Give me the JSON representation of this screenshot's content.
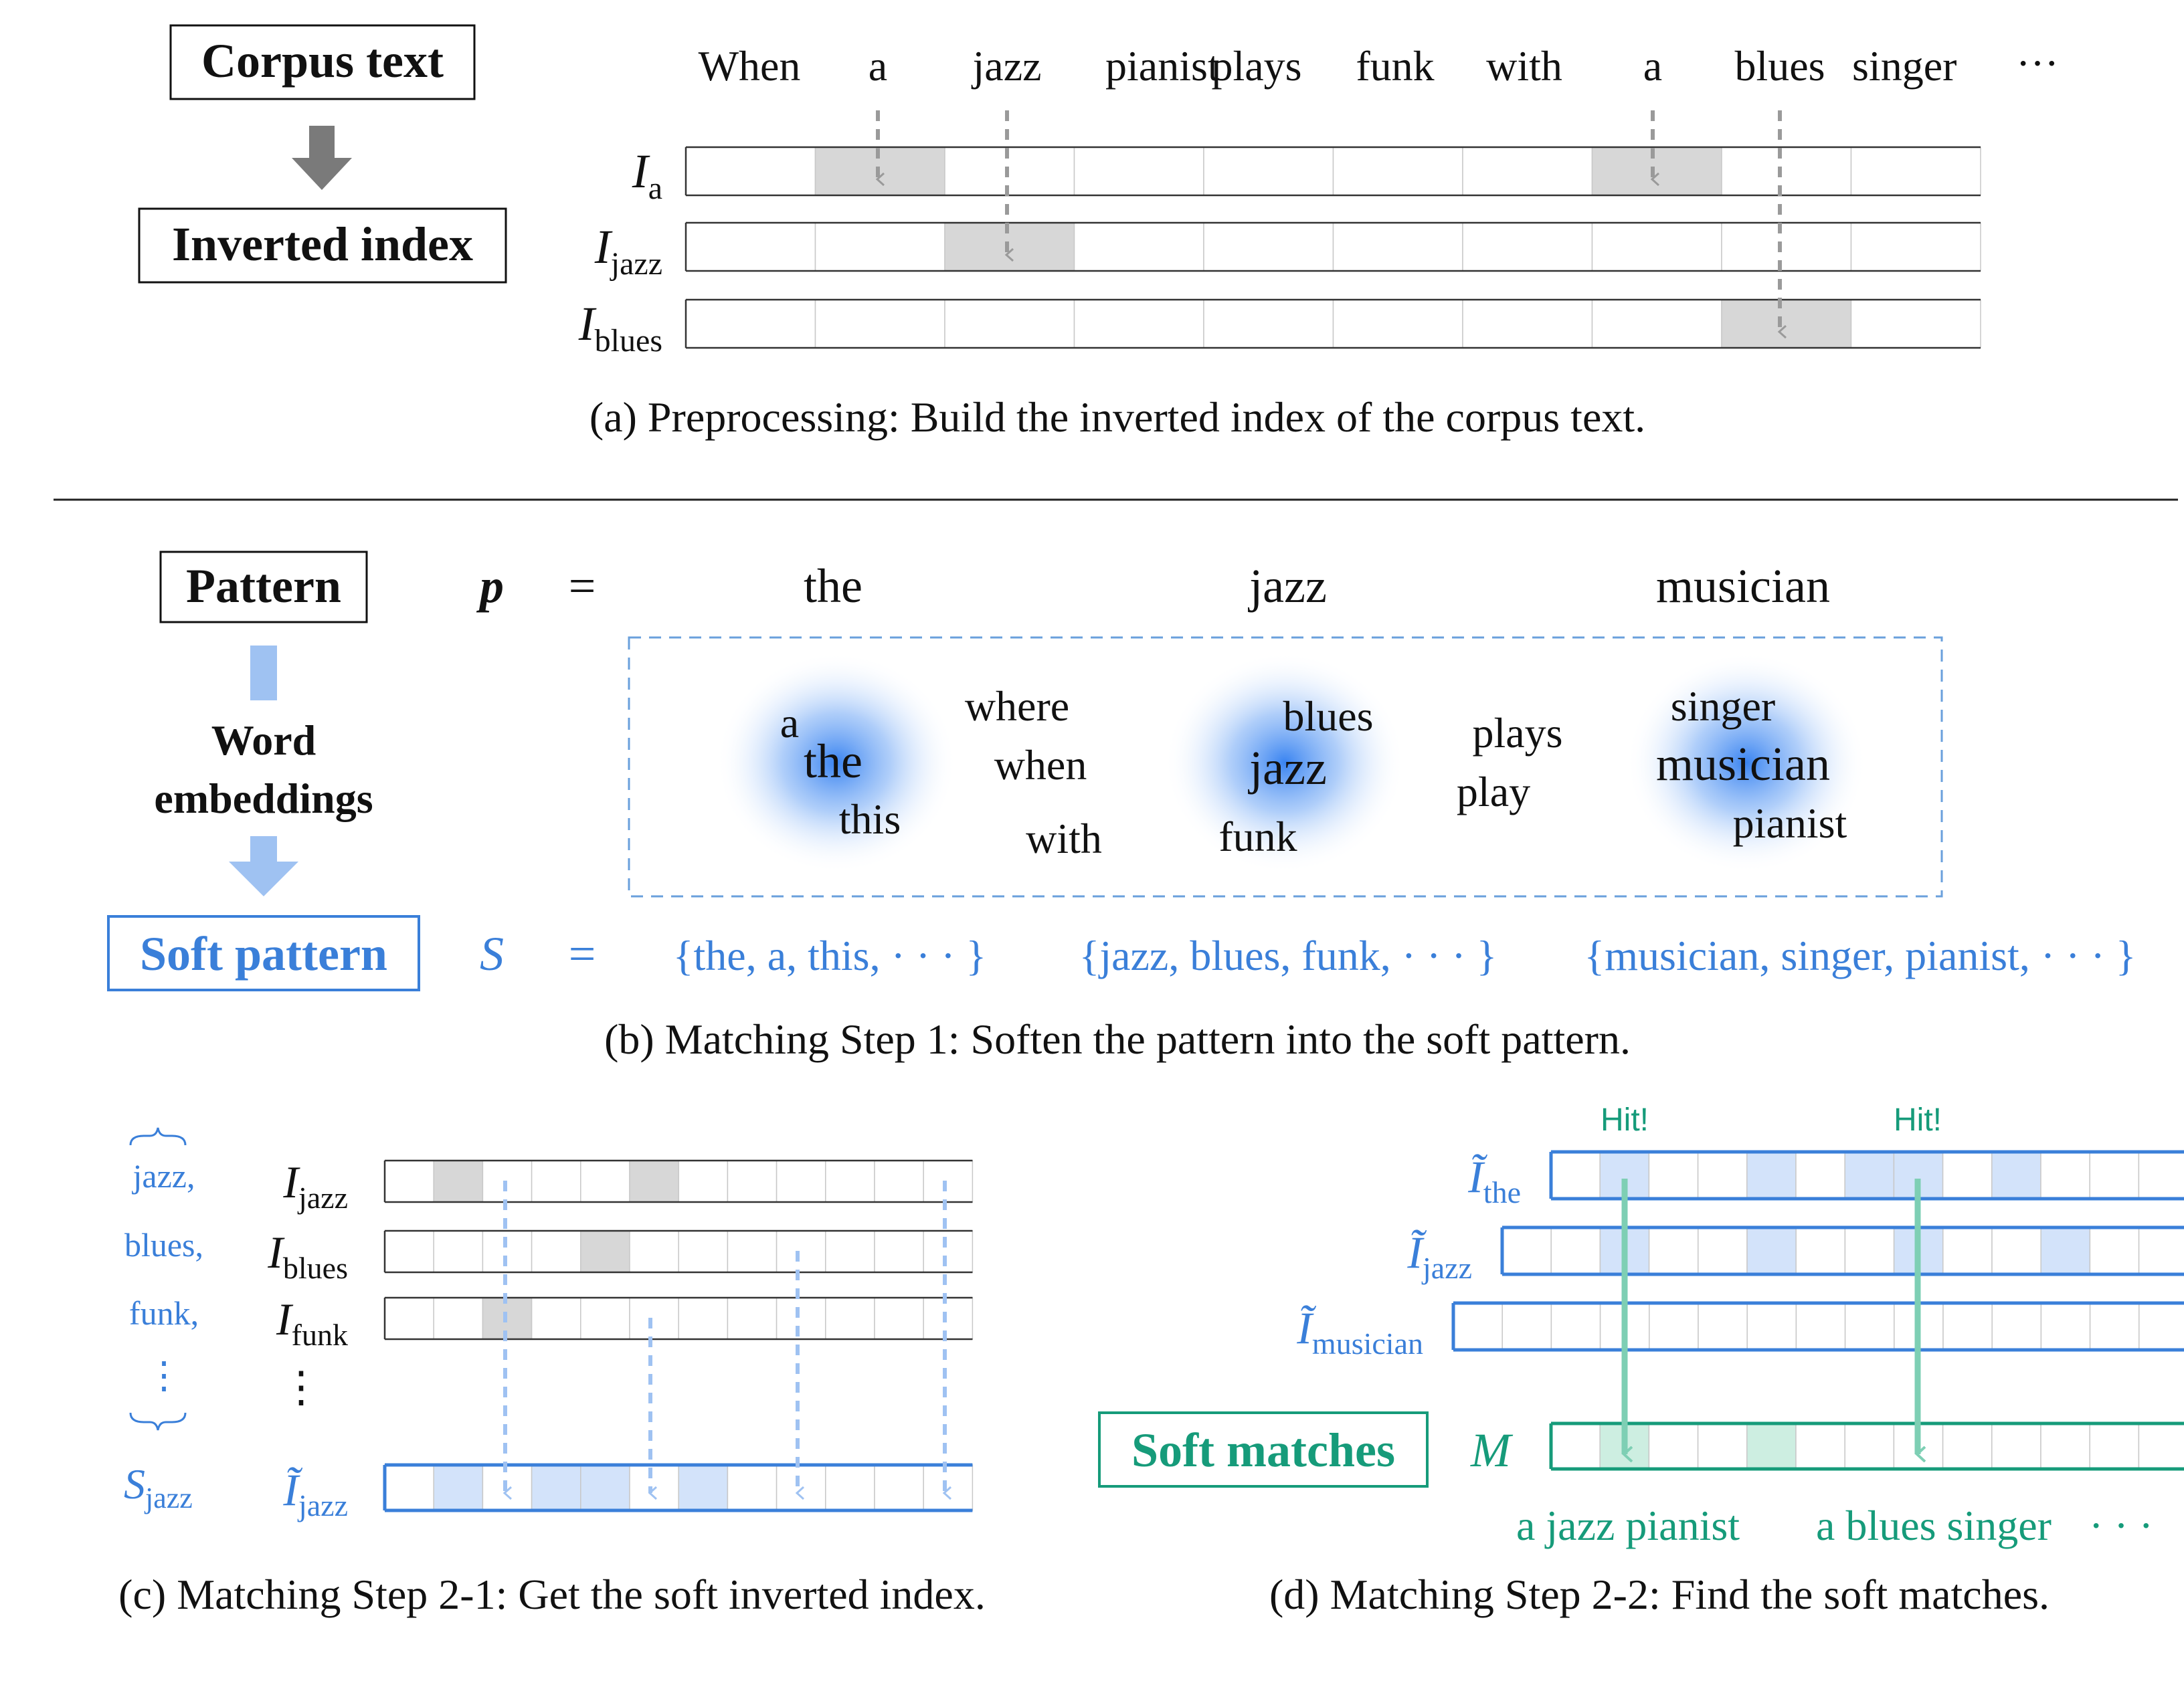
{
  "colors": {
    "ink": "#111111",
    "blue": "#3a7fd9",
    "light_blue": "#9fc2f2",
    "cell_blue": "#d3e3fa",
    "green": "#169b7a",
    "light_green": "#7ecfb4",
    "cell_green": "#cdeee1",
    "gray_cell": "#d7d7d7",
    "gray_arrow": "#9a9a9a"
  },
  "panel_a": {
    "corpus_box": "Corpus text",
    "index_box": "Inverted index",
    "corpus_words": [
      "When",
      "a",
      "jazz",
      "pianist",
      "plays",
      "funk",
      "with",
      "a",
      "blues",
      "singer"
    ],
    "corpus_ellipsis": "···",
    "index_rows": [
      {
        "base": "I",
        "sub": "a"
      },
      {
        "base": "I",
        "sub": "jazz"
      },
      {
        "base": "I",
        "sub": "blues"
      }
    ],
    "caption": "(a) Preprocessing: Build the inverted index of the corpus text."
  },
  "panel_b": {
    "pattern_box": "Pattern",
    "embeddings_label_1": "Word",
    "embeddings_label_2": "embeddings",
    "soft_pattern_box": "Soft pattern",
    "p_symbol": "p",
    "equals": "=",
    "pattern_words": [
      "the",
      "jazz",
      "musician"
    ],
    "cloud_words": {
      "c1": [
        "a",
        "the",
        "this"
      ],
      "c2": [
        "where",
        "when",
        "with"
      ],
      "c3": [
        "blues",
        "jazz",
        "funk"
      ],
      "c4": [
        "plays",
        "play"
      ],
      "c5": [
        "singer",
        "musician",
        "pianist"
      ]
    },
    "s_symbol": "S",
    "soft_sets": [
      "{the, a, this, · · · }",
      "{jazz, blues, funk, · · · }",
      "{musician, singer, pianist, · · · }"
    ],
    "caption": "(b) Matching Step 1: Soften the pattern into the soft pattern."
  },
  "panel_c": {
    "set_words": [
      "jazz,",
      "blues,",
      "funk,"
    ],
    "vdots": "⋮",
    "s_label_base": "S",
    "s_label_sub": "jazz",
    "rows": [
      {
        "base": "I",
        "sub": "jazz"
      },
      {
        "base": "I",
        "sub": "blues"
      },
      {
        "base": "I",
        "sub": "funk"
      }
    ],
    "soft_row": {
      "base": "Ĩ",
      "sub": "jazz"
    },
    "caption": "(c) Matching Step 2-1: Get the soft inverted index."
  },
  "panel_d": {
    "hit_labels": [
      "Hit!",
      "Hit!"
    ],
    "rows": [
      {
        "base": "Ĩ",
        "sub": "the"
      },
      {
        "base": "Ĩ",
        "sub": "jazz"
      },
      {
        "base": "Ĩ",
        "sub": "musician"
      }
    ],
    "soft_matches_box": "Soft matches",
    "m_symbol": "M",
    "match_phrases": [
      "a jazz pianist",
      "a blues singer"
    ],
    "match_ellipsis": "· · ·",
    "caption": "(d) Matching Step 2-2: Find the soft matches."
  }
}
